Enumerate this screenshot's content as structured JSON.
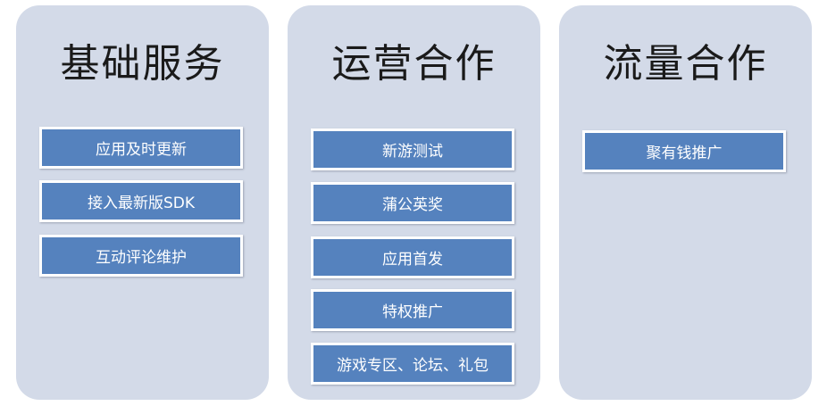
{
  "columns": [
    {
      "title": "基础服务",
      "items": [
        "应用及时更新",
        "接入最新版SDK",
        "互动评论维护"
      ]
    },
    {
      "title": "运营合作",
      "items": [
        "新游测试",
        "蒲公英奖",
        "应用首发",
        "特权推广",
        "游戏专区、论坛、礼包"
      ]
    },
    {
      "title": "流量合作",
      "items": [
        "聚有钱推广"
      ]
    }
  ],
  "colors": {
    "column_bg": "#d3dae8",
    "item_bg": "#5582be",
    "item_border": "#ffffff",
    "title_text": "#1a1a1a",
    "item_text": "#ffffff"
  }
}
